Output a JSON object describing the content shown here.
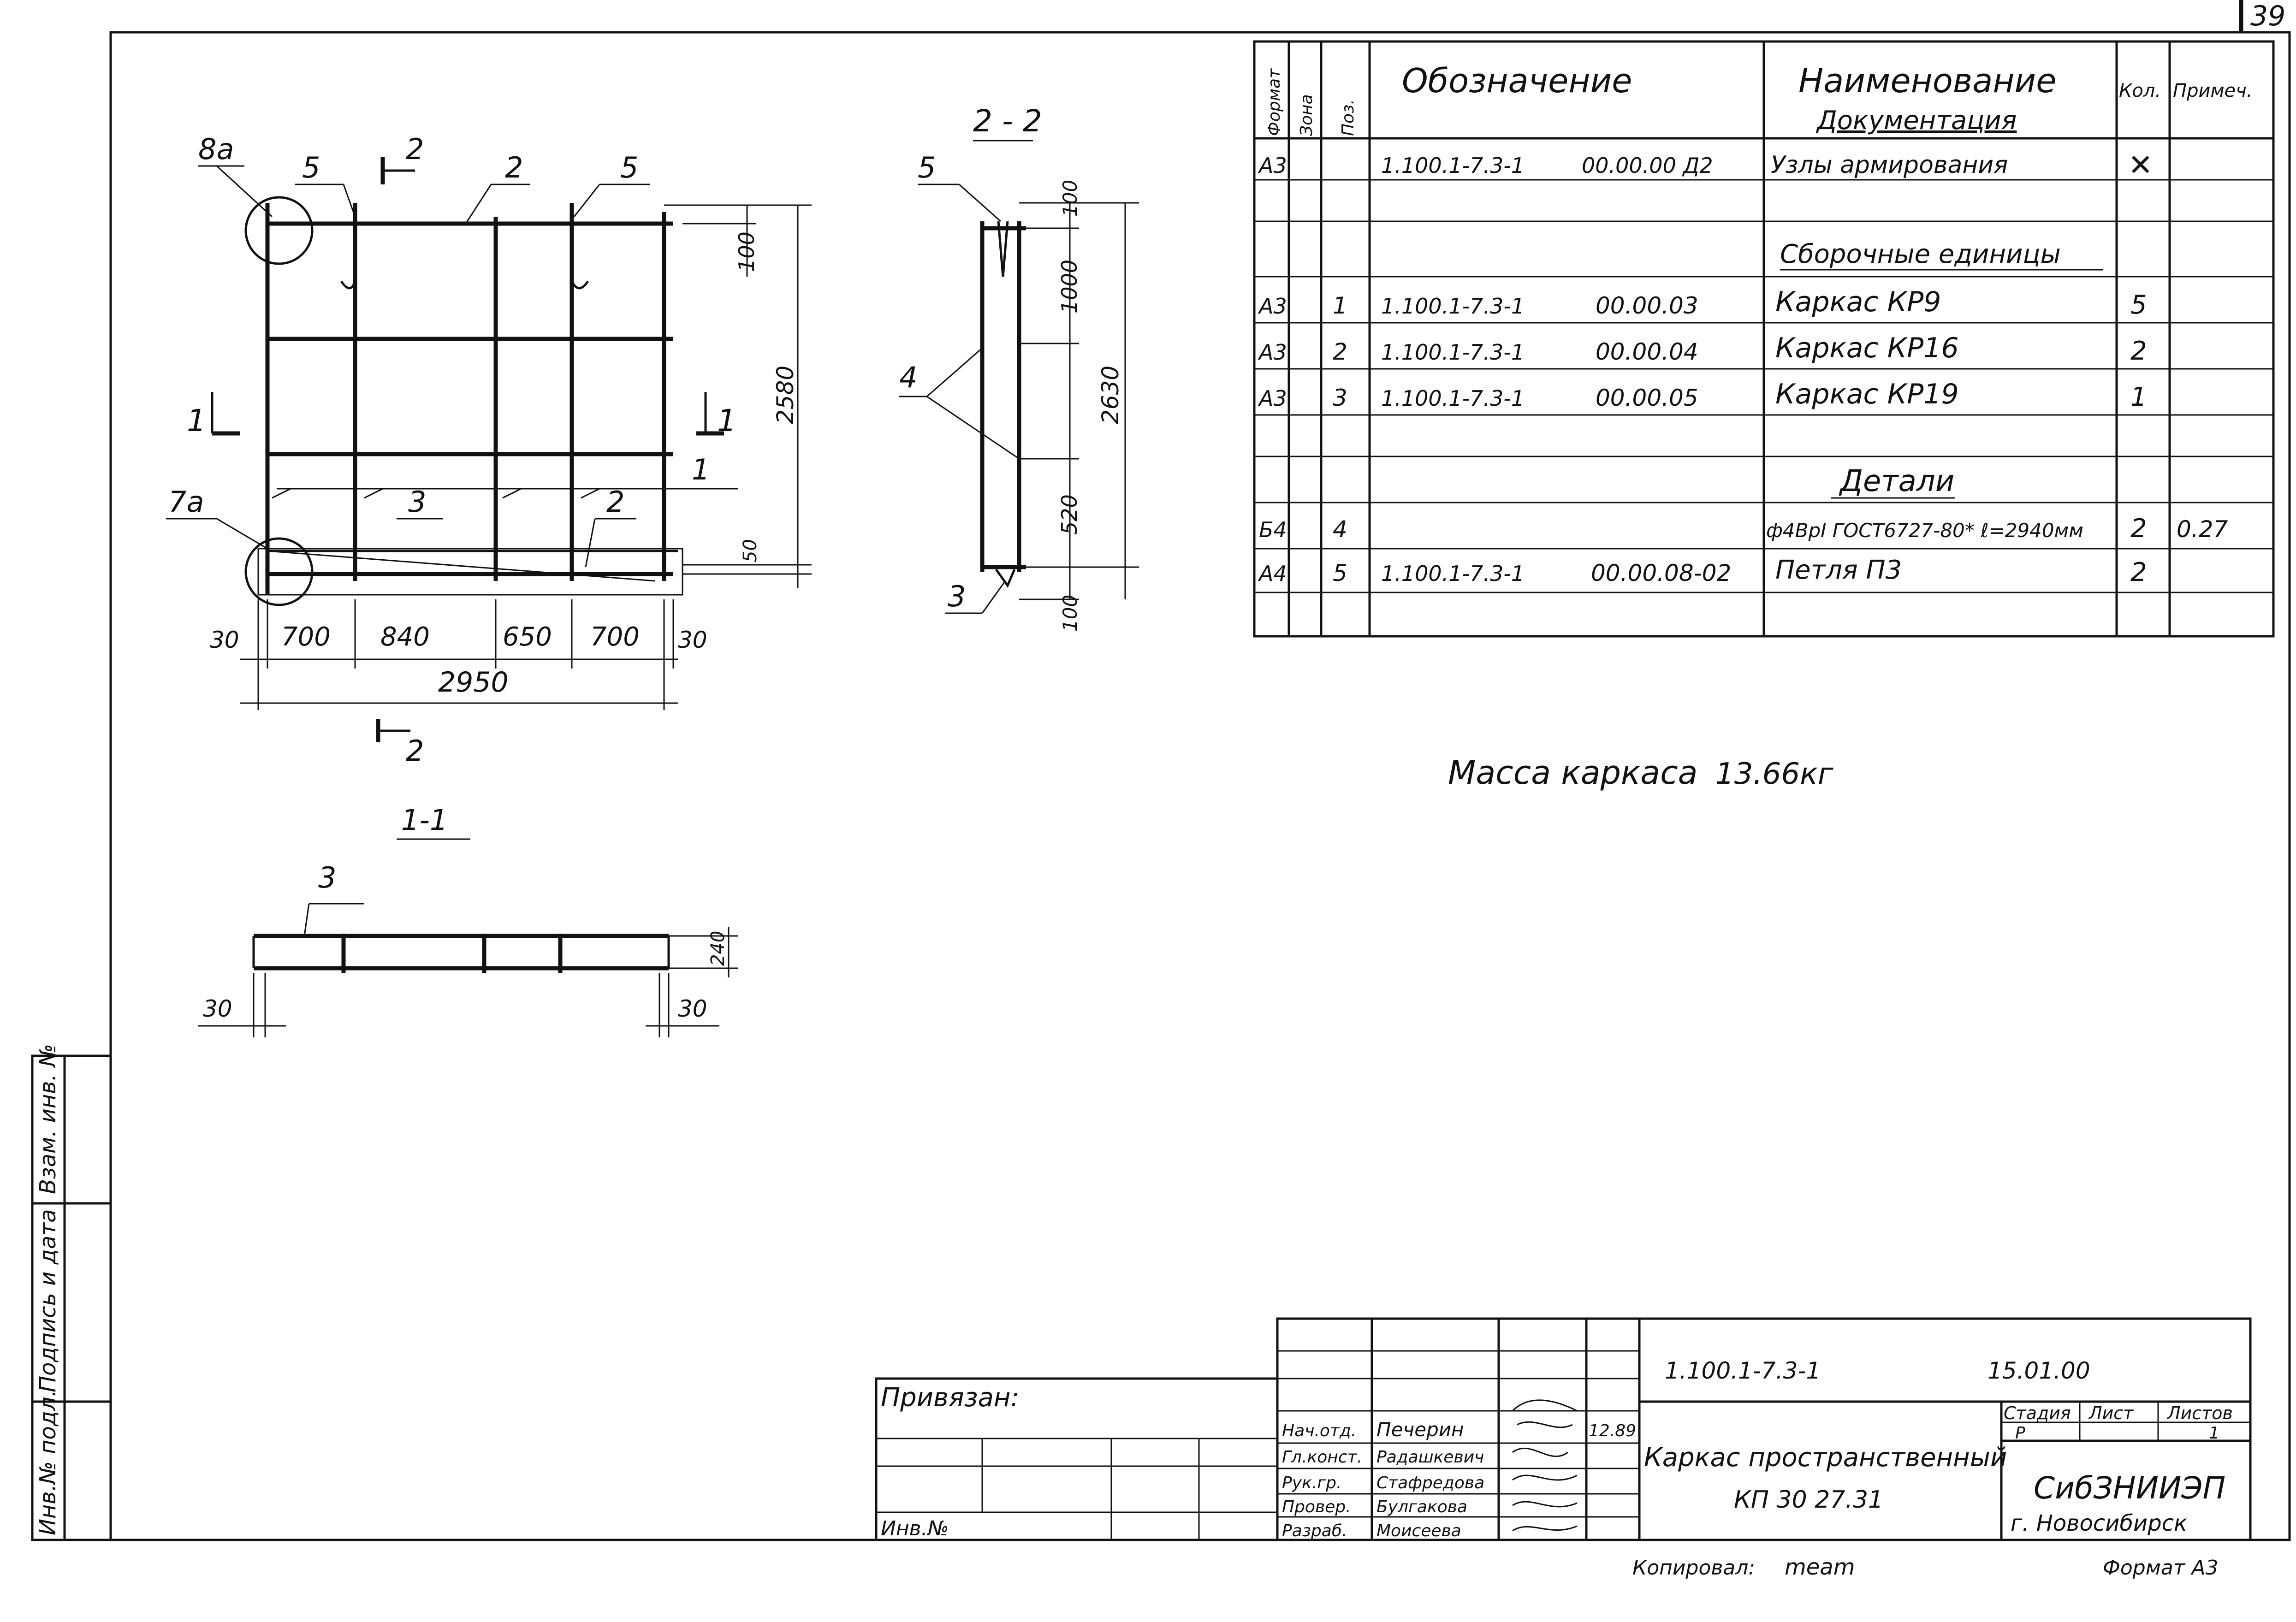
{
  "sheet": {
    "number": "39",
    "format_label": "Формат А3",
    "copied_label": "Копировал:",
    "copied_sign": "meam"
  },
  "spec": {
    "headers": {
      "format": "Формат",
      "zone": "Зона",
      "pos": "Поз.",
      "designation": "Обозначение",
      "name": "Наименование",
      "qty": "Кол.",
      "note": "Примеч."
    },
    "section_docs": "Документация",
    "section_units": "Сборочные единицы",
    "section_parts": "Детали",
    "rows": [
      {
        "fmt": "А3",
        "pos": "",
        "code": "1.100.1-7.3-1",
        "code2": "00.00.00 Д2",
        "name": "Узлы армирования",
        "qty": "✕",
        "note": ""
      },
      {
        "fmt": "А3",
        "pos": "1",
        "code": "1.100.1-7.3-1",
        "code2": "00.00.03",
        "name": "Каркас КР9",
        "qty": "5",
        "note": ""
      },
      {
        "fmt": "А3",
        "pos": "2",
        "code": "1.100.1-7.3-1",
        "code2": "00.00.04",
        "name": "Каркас КР16",
        "qty": "2",
        "note": ""
      },
      {
        "fmt": "А3",
        "pos": "3",
        "code": "1.100.1-7.3-1",
        "code2": "00.00.05",
        "name": "Каркас КР19",
        "qty": "1",
        "note": ""
      },
      {
        "fmt": "Б4",
        "pos": "4",
        "code": "",
        "code2": "",
        "name": "ф4ВрI ГОСТ6727-80* ℓ=2940мм",
        "qty": "2",
        "note": "0.27"
      },
      {
        "fmt": "А4",
        "pos": "5",
        "code": "1.100.1-7.3-1",
        "code2": "00.00.08-02",
        "name": "Петля П3",
        "qty": "2",
        "note": ""
      }
    ]
  },
  "mass": {
    "label": "Масса каркаса",
    "value": "13.66кг"
  },
  "drawing": {
    "plan": {
      "labels": {
        "l8a": "8а",
        "l5a": "5",
        "l2a": "2",
        "l5b": "5",
        "l7a": "7а",
        "l3": "3",
        "l2b": "2",
        "l1": "1",
        "sec2top": "2",
        "sec2bot": "2",
        "sec1l": "1",
        "sec1r": "1"
      },
      "dims_bottom": [
        "30",
        "700",
        "840",
        "650",
        "700",
        "30"
      ],
      "overall": "2950",
      "dims_right": {
        "d100": "100",
        "d2580": "2580",
        "d50": "50"
      }
    },
    "section22": {
      "title": "2 - 2",
      "l5": "5",
      "l4": "4",
      "l3": "3",
      "dims": [
        "100",
        "1000",
        "2630",
        "520",
        "100"
      ]
    },
    "section11": {
      "title": "1-1",
      "l3": "3",
      "dleft": "30",
      "dright": "30",
      "dh": "240"
    }
  },
  "side_stamp": {
    "c1": "Инв.№ подл.",
    "c2": "Подпись и дата",
    "c3": "Взам. инв. №"
  },
  "title_block": {
    "privyazan": "Привязан:",
    "inv_no": "Инв.№",
    "doc_code": "1.100.1-7.3-1",
    "doc_date": "15.01.00",
    "object_name": "Каркас пространственный",
    "mark": "КП 30 27.31",
    "stage_h": "Стадия",
    "sheet_h": "Лист",
    "sheets_h": "Листов",
    "stage": "Р",
    "sheets": "1",
    "org": "СибЗНИИЭП",
    "city": "г. Новосибирск",
    "date": "12.89",
    "roles": [
      {
        "role": "Нач.отд.",
        "name": "Печерин"
      },
      {
        "role": "Гл.конст.",
        "name": "Радашкевич"
      },
      {
        "role": "Рук.гр.",
        "name": "Стафредова"
      },
      {
        "role": "Провер.",
        "name": "Булгакова"
      },
      {
        "role": "Разраб.",
        "name": "Моисеева"
      }
    ]
  }
}
